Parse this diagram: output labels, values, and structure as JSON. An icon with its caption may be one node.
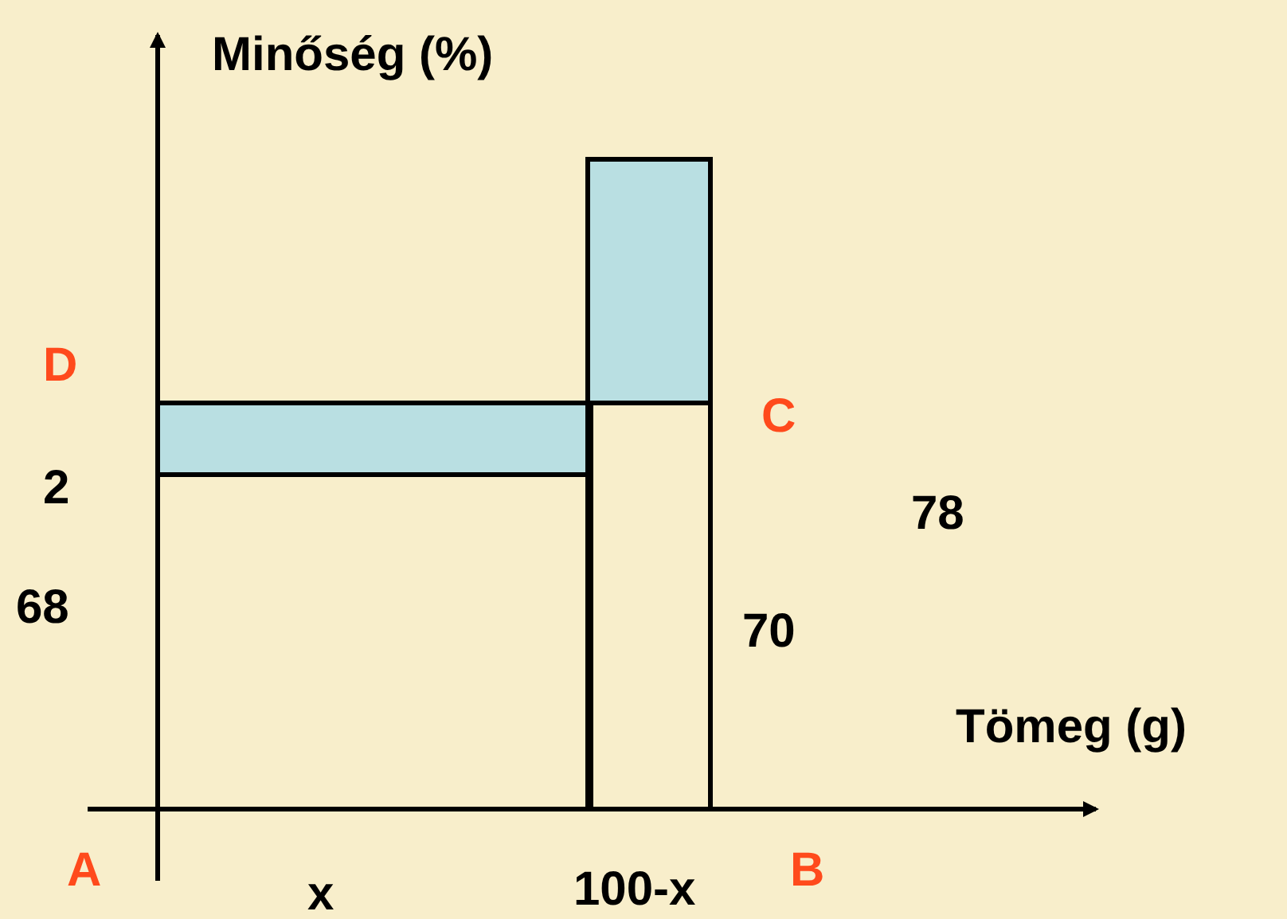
{
  "diagram": {
    "labels": [
      "Minőség (%)",
      "D",
      "C",
      "2",
      "78",
      "68",
      "70",
      "Tömeg (g)",
      "A",
      "x",
      "100-x",
      "B"
    ]
  }
}
